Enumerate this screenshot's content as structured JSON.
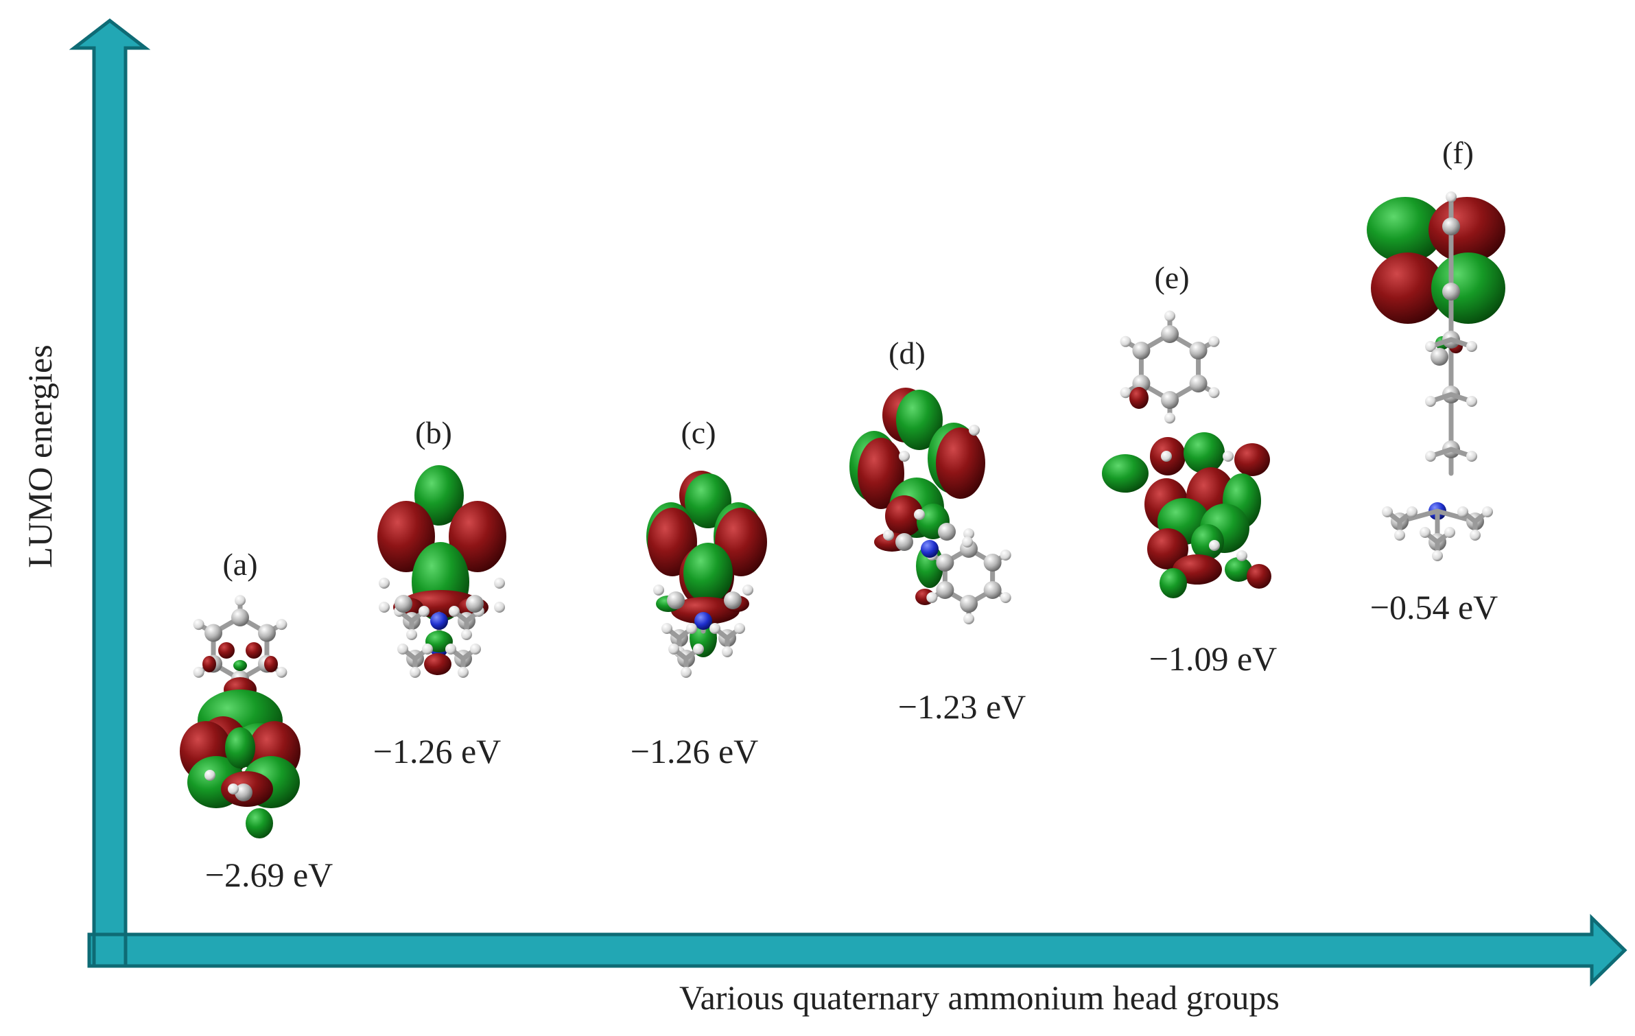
{
  "axes": {
    "y_label": "LUMO energies",
    "x_label": "Various quaternary ammonium head groups",
    "arrow_color": "#22A7B4"
  },
  "colors": {
    "lobe_positive": "#0E7A1C",
    "lobe_negative": "#7A0F12",
    "carbon": "#BFBFBF",
    "hydrogen": "#EDEDED",
    "nitrogen": "#2233CC"
  },
  "structures": [
    {
      "tag": "(a)",
      "energy": "−2.69 eV",
      "lumo_eV": -2.69
    },
    {
      "tag": "(b)",
      "energy": "−1.26 eV",
      "lumo_eV": -1.26
    },
    {
      "tag": "(c)",
      "energy": "−1.26 eV",
      "lumo_eV": -1.26
    },
    {
      "tag": "(d)",
      "energy": "−1.23 eV",
      "lumo_eV": -1.23
    },
    {
      "tag": "(e)",
      "energy": "−1.09 eV",
      "lumo_eV": -1.09
    },
    {
      "tag": "(f)",
      "energy": "−0.54 eV",
      "lumo_eV": -0.54
    }
  ]
}
